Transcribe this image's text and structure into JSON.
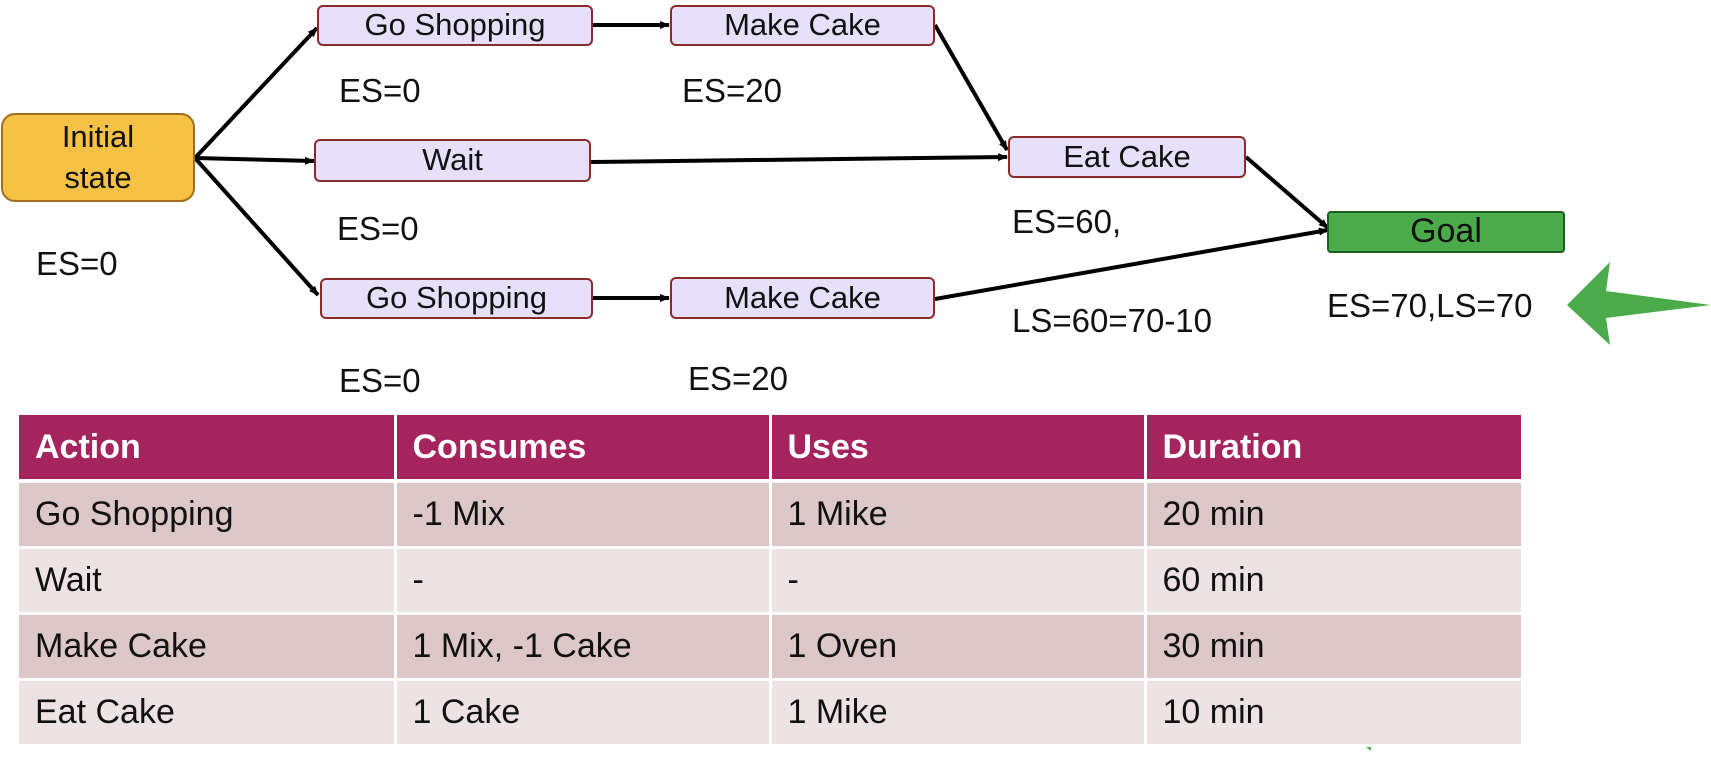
{
  "diagram": {
    "nodes": {
      "initial": "Initial\nstate",
      "shop_top": "Go Shopping",
      "make_top": "Make Cake",
      "wait": "Wait",
      "eat": "Eat Cake",
      "goal": "Goal",
      "shop_bottom": "Go Shopping",
      "make_bottom": "Make Cake"
    },
    "annotations": {
      "initial_es": "ES=0",
      "shop_top_es": "ES=0",
      "make_top_es": "ES=20",
      "wait_es": "ES=0",
      "eat_es": "ES=60,",
      "eat_ls": "LS=60=70-10",
      "goal_es_ls": "ES=70,LS=70",
      "shop_bottom_es": "ES=0",
      "make_bottom_es": "ES=20"
    },
    "colors": {
      "action_fill": "#e6e0fa",
      "action_border": "#8b2a2a",
      "initial_fill": "#f6c245",
      "goal_fill": "#4bab4b",
      "pointer_arrow": "#4bab4b"
    },
    "edges": [
      {
        "from": "initial",
        "to": "shop_top"
      },
      {
        "from": "initial",
        "to": "wait"
      },
      {
        "from": "initial",
        "to": "shop_bottom"
      },
      {
        "from": "shop_top",
        "to": "make_top"
      },
      {
        "from": "make_top",
        "to": "eat"
      },
      {
        "from": "wait",
        "to": "eat"
      },
      {
        "from": "eat",
        "to": "goal"
      },
      {
        "from": "shop_bottom",
        "to": "make_bottom"
      },
      {
        "from": "make_bottom",
        "to": "goal"
      }
    ]
  },
  "table": {
    "headers": [
      "Action",
      "Consumes",
      "Uses",
      "Duration"
    ],
    "rows": [
      [
        "Go Shopping",
        "-1 Mix",
        "1 Mike",
        "20 min"
      ],
      [
        "Wait",
        "-",
        "-",
        "60 min"
      ],
      [
        "Make Cake",
        "1 Mix, -1 Cake",
        "1 Oven",
        "30 min"
      ],
      [
        "Eat Cake",
        "1 Cake",
        "1 Mike",
        "10 min"
      ]
    ],
    "colors": {
      "header": "#a6245e",
      "row_odd": "#dcc7c9",
      "row_even": "#ede3e4"
    }
  }
}
